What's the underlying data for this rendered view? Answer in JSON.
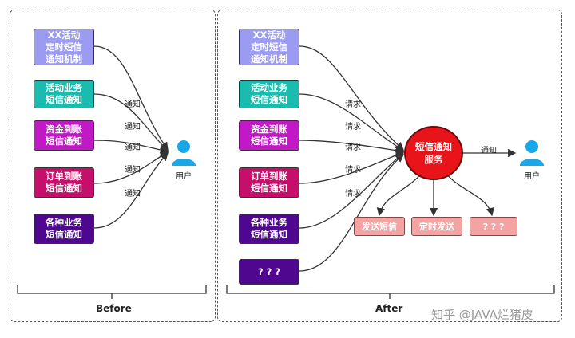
{
  "before": {
    "caption": "Before",
    "sources": [
      {
        "label": "XX活动\n定时短信\n通知机制",
        "color": "#9b9bf2"
      },
      {
        "label": "活动业务\n短信通知",
        "color": "#19bcae"
      },
      {
        "label": "资金到账\n短信通知",
        "color": "#c019c5"
      },
      {
        "label": "订单到账\n短信通知",
        "color": "#c50f6a"
      },
      {
        "label": "各种业务\n短信通知",
        "color": "#50078f"
      }
    ],
    "edge_labels": [
      "通知",
      "通知",
      "通知",
      "通知",
      "通知"
    ],
    "user_label": "用户"
  },
  "after": {
    "caption": "After",
    "sources": [
      {
        "label": "XX活动\n定时短信\n通知机制",
        "color": "#9b9bf2"
      },
      {
        "label": "活动业务\n短信通知",
        "color": "#19bcae"
      },
      {
        "label": "资金到账\n短信通知",
        "color": "#c019c5"
      },
      {
        "label": "订单到账\n短信通知",
        "color": "#c50f6a"
      },
      {
        "label": "各种业务\n短信通知",
        "color": "#50078f"
      },
      {
        "label": "? ? ?",
        "color": "#50078f"
      }
    ],
    "edge_labels": [
      "请求",
      "请求",
      "请求",
      "请求",
      "请求"
    ],
    "service_label": "短信通知\n服务",
    "service_to_user_label": "通知",
    "user_label": "用户",
    "sub_services": [
      "发送短信",
      "定时发送",
      "? ? ?"
    ]
  },
  "watermark": "知乎 @JAVA烂猪皮",
  "colors": {
    "service": "#e8141a",
    "sub_service": "#f4a3a3",
    "user": "#1aa7e8"
  }
}
